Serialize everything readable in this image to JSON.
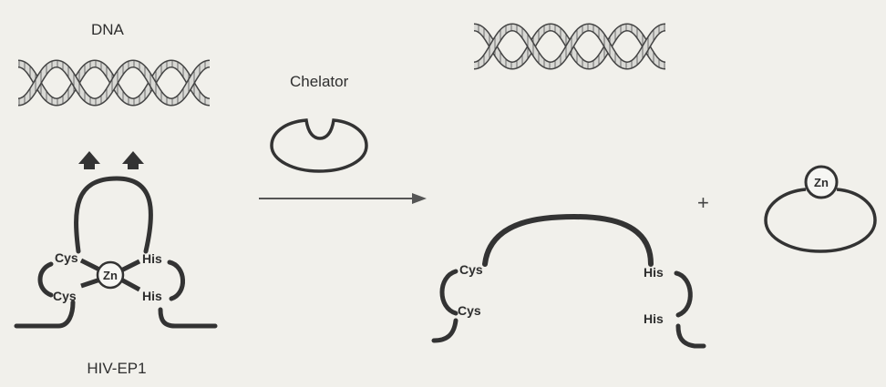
{
  "labels": {
    "dna": "DNA",
    "chelator": "Chelator",
    "protein": "HIV-EP1",
    "plus": "+"
  },
  "residues": {
    "cys": "Cys",
    "his": "His",
    "zinc": "Zn"
  },
  "colors": {
    "background": "#f1f0eb",
    "ink": "#333333",
    "helix_light": "#d8d8d4",
    "arrow": "#555555"
  }
}
